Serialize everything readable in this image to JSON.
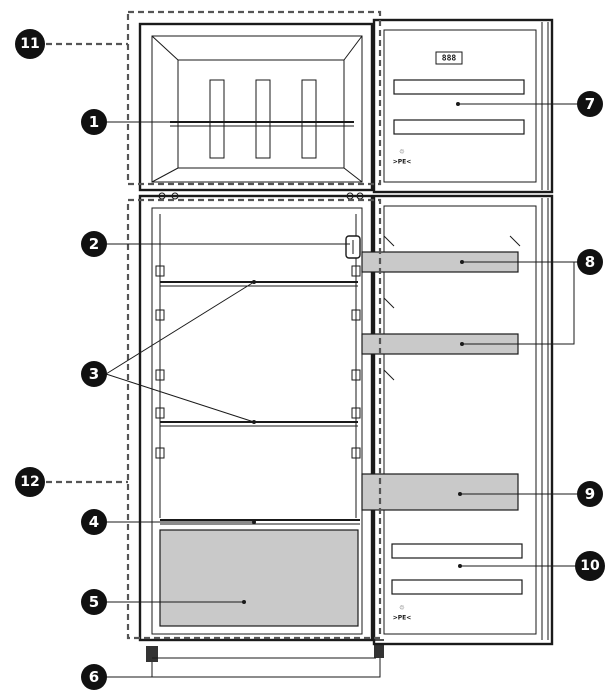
{
  "callouts": [
    "1",
    "2",
    "3",
    "4",
    "5",
    "6",
    "7",
    "8",
    "9",
    "10",
    "11",
    "12"
  ],
  "door_display": "888",
  "door_symbol_text": ">PE<"
}
